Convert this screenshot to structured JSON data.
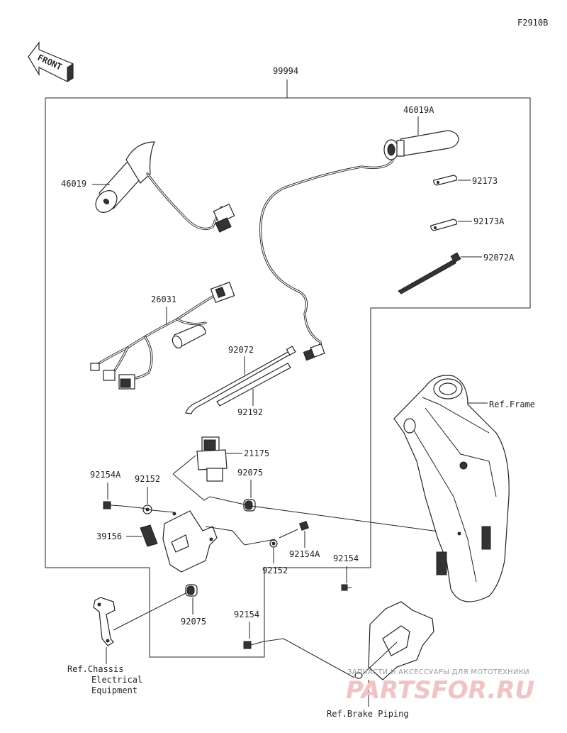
{
  "figure_code": "F2910B",
  "front_arrow_label": "FRONT",
  "kit_part": "99994",
  "parts": {
    "p46019A": "46019A",
    "p46019": "46019",
    "p92173": "92173",
    "p92173A": "92173A",
    "p92072A": "92072A",
    "p26031": "26031",
    "p92072": "92072",
    "p92192": "92192",
    "p21175": "21175",
    "p92154A_left": "92154A",
    "p92152_left": "92152",
    "p92075_upper": "92075",
    "p39156": "39156",
    "p92154A_right": "92154A",
    "p92152_right": "92152",
    "p92154_right": "92154",
    "p92075_lower": "92075",
    "p92154_bottom": "92154"
  },
  "refs": {
    "frame": "Ref.Frame",
    "chassis_line1": "Ref.Chassis",
    "chassis_line2": "Electrical",
    "chassis_line3": "Equipment",
    "brake": "Ref.Brake Piping"
  },
  "watermark": {
    "line1": "ЗАПЧАСТИ И АКСЕССУАРЫ ДЛЯ МОТОТЕХНИКИ",
    "line2": "PARTSFOR.RU"
  }
}
